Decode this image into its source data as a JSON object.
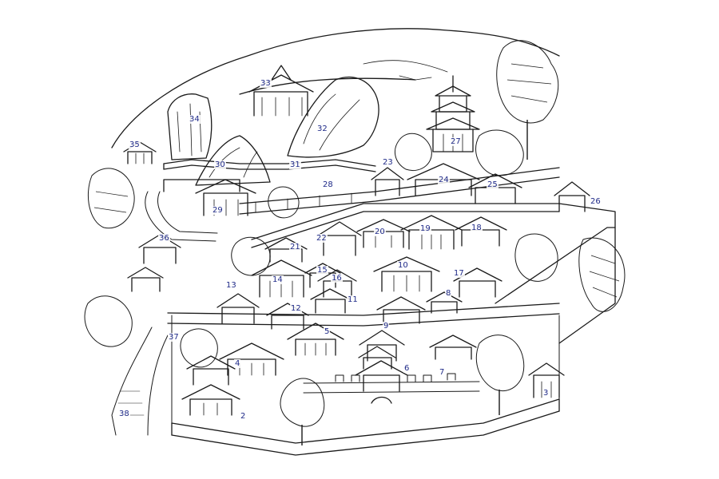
{
  "colors": {
    "ink": "#1a1a1a",
    "label_color": "#1f2a88",
    "paper": "#ffffff"
  },
  "labels": [
    "2",
    "3",
    "4",
    "5",
    "6",
    "7",
    "8",
    "9",
    "10",
    "11",
    "12",
    "13",
    "14",
    "15",
    "16",
    "17",
    "18",
    "19",
    "20",
    "21",
    "22",
    "23",
    "24",
    "25",
    "26",
    "27",
    "28",
    "29",
    "30",
    "31",
    "32",
    "33",
    "34",
    "35",
    "36",
    "37",
    "38"
  ]
}
